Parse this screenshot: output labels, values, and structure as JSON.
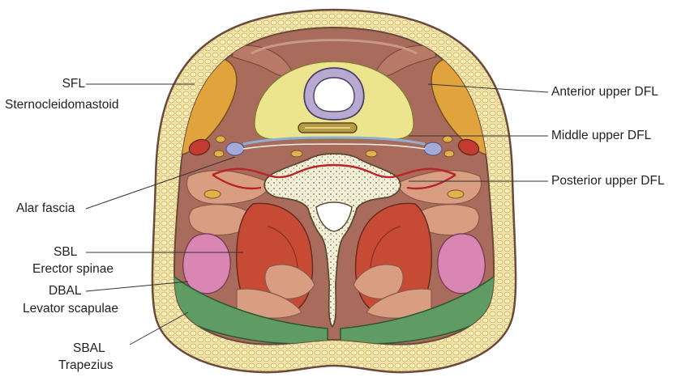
{
  "labels": {
    "sfl": "SFL",
    "sternocleidomastoid": "Sternocleidomastoid",
    "alar_fascia": "Alar fascia",
    "sbl": "SBL",
    "erector_spinae": "Erector spinae",
    "dbal": "DBAL",
    "levator_scapulae": "Levator scapulae",
    "sbal": "SBAL",
    "trapezius": "Trapezius",
    "anterior_upper_dfl": "Anterior upper DFL",
    "middle_upper_dfl": "Middle upper DFL",
    "posterior_upper_dfl": "Posterior upper DFL"
  },
  "colors": {
    "background": "#ffffff",
    "skin_fat": "#f1e2a7",
    "fat_cells": "#cdb65e",
    "body_outline": "#6a4a3a",
    "muscle_brown": "#a96c5c",
    "muscle_light": "#d99e82",
    "visceral_yellow": "#ece58e",
    "sternocleidomastoid": "#e1a43c",
    "erector_red": "#c64a34",
    "levator_pink": "#d986b3",
    "trapezius_green": "#5f9c63",
    "vertebra_bone": "#f3efd9",
    "alar_fascia_blue": "#8fb0d6",
    "posterior_dfl_line": "#b8262a",
    "leader_line": "#333333"
  }
}
